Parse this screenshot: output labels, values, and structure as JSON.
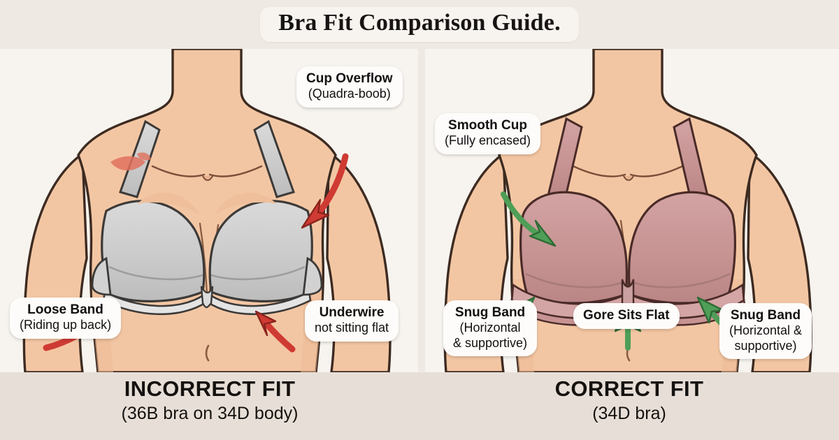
{
  "header": {
    "title": "Bra Fit Comparison Guide."
  },
  "panels": [
    {
      "id": "incorrect",
      "caption_title": "INCORRECT FIT",
      "caption_sub": "(36B bra on 34D body)",
      "bra_color": "#c9c9c9",
      "bra_shadow": "#b4b4b4",
      "bra_outline": "#3c3a38",
      "arrow_color": "#cf3b33",
      "background": "#f7f4ef",
      "callouts": [
        {
          "name": "cup-overflow",
          "line1": "Cup Overflow",
          "line2": "(Quadra-boob)"
        },
        {
          "name": "loose-band",
          "line1": "Loose Band",
          "line2": "(Riding up back)"
        },
        {
          "name": "underwire",
          "line1": "Underwire",
          "line2": "not sitting flat"
        }
      ]
    },
    {
      "id": "correct",
      "caption_title": "CORRECT FIT",
      "caption_sub": "(34D bra)",
      "bra_color": "#c89393",
      "bra_shadow": "#b88383",
      "bra_outline": "#4a2b28",
      "arrow_color": "#4f9e57",
      "background": "#f7f4ef",
      "callouts": [
        {
          "name": "smooth-cup",
          "line1": "Smooth Cup",
          "line2": "(Fully encased)"
        },
        {
          "name": "snug-band-left",
          "line1": "Snug Band",
          "line2": "(Horizontal",
          "line3": "& supportive)"
        },
        {
          "name": "gore-sits-flat",
          "line1": "Gore Sits Flat",
          "line2": ""
        },
        {
          "name": "snug-band-right",
          "line1": "Snug Band",
          "line2": "(Horizontal &",
          "line3": "supportive)"
        }
      ]
    }
  ],
  "palette": {
    "page_background": "#efe9e3",
    "caption_band": "#e7dfd7",
    "title_pill": "#f7f3ee",
    "skin": "#f3c6a3",
    "skin_shadow": "#e6b18c",
    "skin_outline": "#3d2b21",
    "irritation_red": "#e0715e",
    "text": "#14110f"
  }
}
